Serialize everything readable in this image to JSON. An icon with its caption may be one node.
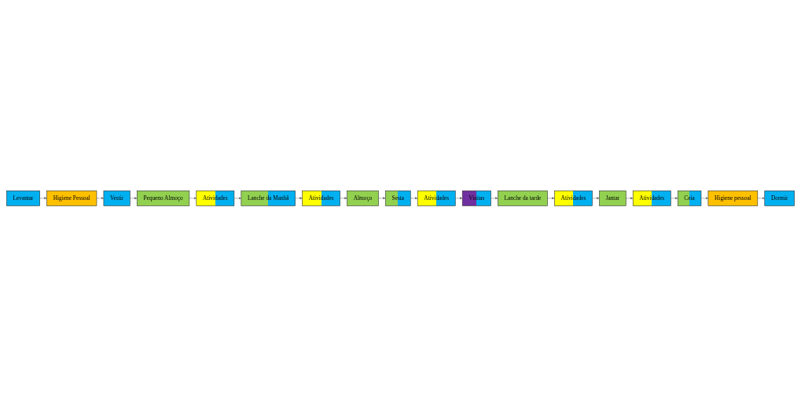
{
  "diagram": {
    "nodes": [
      {
        "text": [
          "Levantar"
        ]
      },
      {
        "text": [
          "Higiene Pessoal"
        ]
      },
      {
        "text": [
          "Vestir"
        ]
      },
      {
        "text": [
          "Pequeno Almoço"
        ]
      },
      {
        "text": [
          "Atividades"
        ]
      },
      {
        "text": [
          "Lanche da Manhã"
        ]
      },
      {
        "text": [
          "Atividades"
        ]
      },
      {
        "text": [
          "Almoço"
        ]
      },
      {
        "text": [
          "Sesta"
        ]
      },
      {
        "text": [
          "Atividades"
        ]
      },
      {
        "text": [
          "Visitas"
        ]
      },
      {
        "text": [
          "Lanche da tarde"
        ]
      },
      {
        "text": [
          "Atividades"
        ]
      },
      {
        "text": [
          "Jantar"
        ]
      },
      {
        "text": [
          "Atividades"
        ]
      },
      {
        "text": [
          "Ceia"
        ]
      },
      {
        "text": [
          "Higiene pessoal"
        ]
      },
      {
        "text": [
          "Dormir"
        ]
      }
    ],
    "edges": [
      {
        "from": 0,
        "to": 1,
        "arrow": "to"
      },
      {
        "from": 1,
        "to": 2,
        "arrow": "to"
      },
      {
        "from": 2,
        "to": 3,
        "arrow": "to"
      },
      {
        "from": 3,
        "to": 4,
        "arrow": "to"
      },
      {
        "from": 4,
        "to": 5,
        "arrow": "to"
      },
      {
        "from": 5,
        "to": 6,
        "arrow": "to"
      },
      {
        "from": 6,
        "to": 7,
        "arrow": "to"
      },
      {
        "from": 7,
        "to": 8,
        "arrow": "to"
      },
      {
        "from": 8,
        "to": 9,
        "arrow": "to"
      },
      {
        "from": 9,
        "to": 10,
        "arrow": "to"
      },
      {
        "from": 10,
        "to": 11,
        "arrow": "to"
      },
      {
        "from": 11,
        "to": 12,
        "arrow": "to"
      },
      {
        "from": 12,
        "to": 13,
        "arrow": "to"
      },
      {
        "from": 13,
        "to": 14,
        "arrow": "to"
      },
      {
        "from": 14,
        "to": 15,
        "arrow": "to"
      },
      {
        "from": 15,
        "to": 16,
        "arrow": "to"
      },
      {
        "from": 16,
        "to": 17,
        "arrow": "to"
      }
    ]
  }
}
